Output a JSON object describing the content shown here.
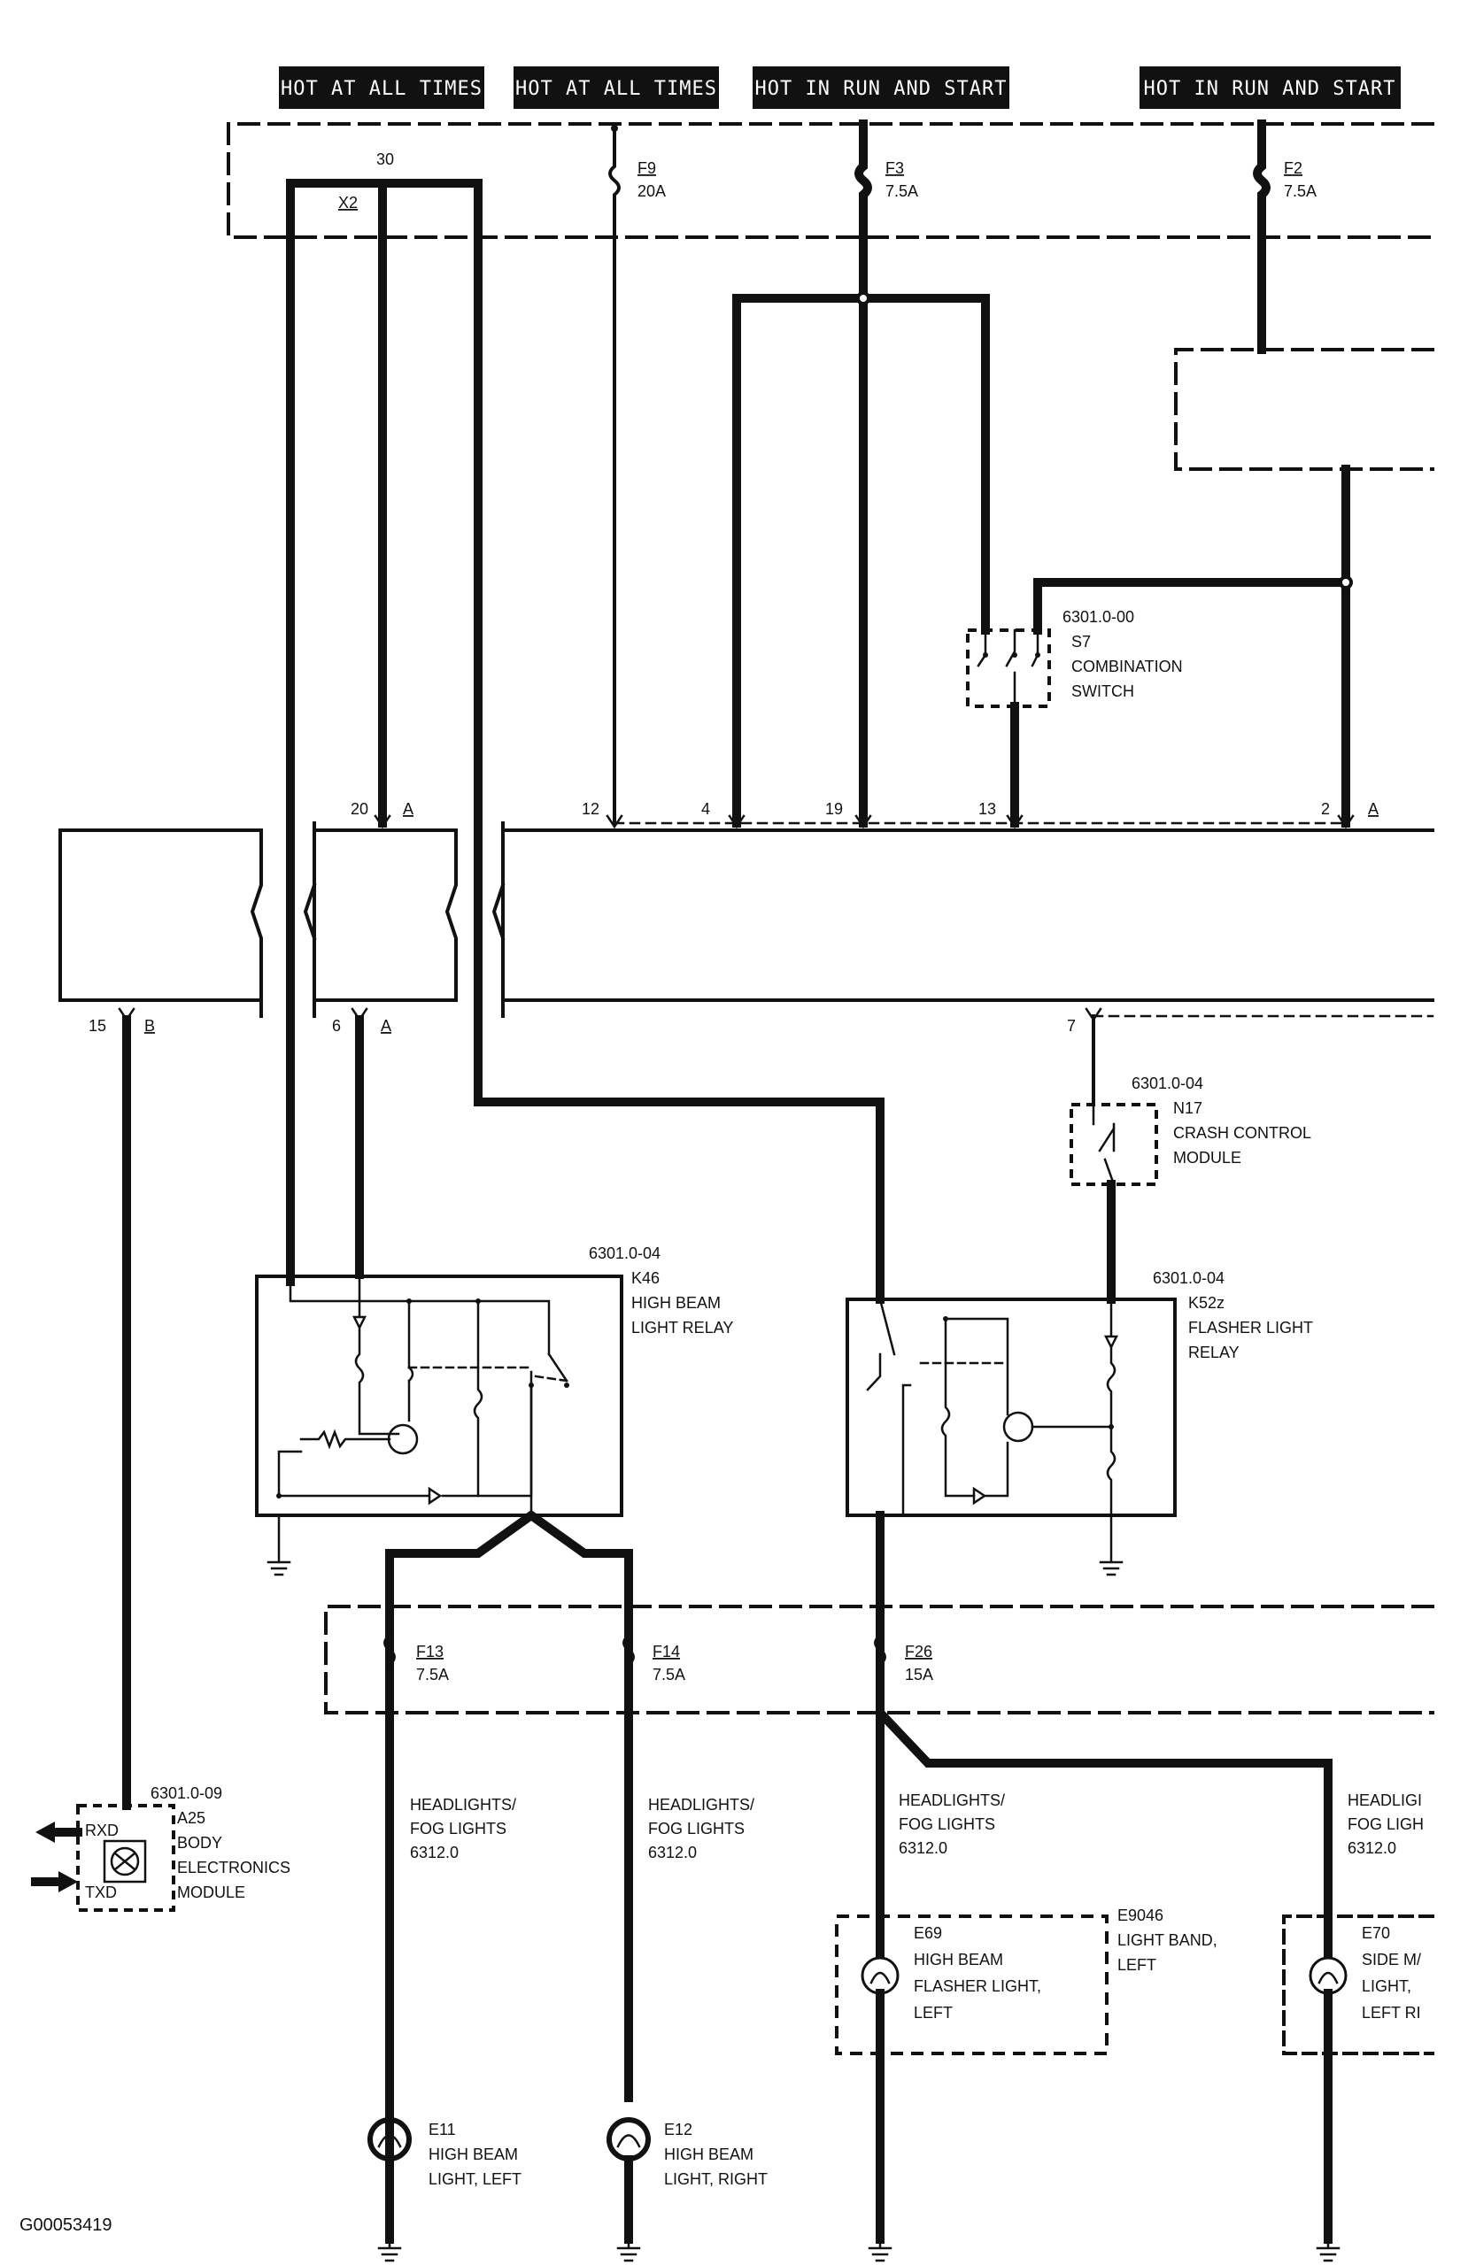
{
  "headers": [
    "HOT AT ALL TIMES",
    "HOT AT ALL TIMES",
    "HOT IN RUN AND START",
    "HOT IN RUN AND START"
  ],
  "fuses_top": [
    {
      "id": "F9",
      "rating": "20A"
    },
    {
      "id": "F3",
      "rating": "7.5A"
    },
    {
      "id": "F2",
      "rating": "7.5A"
    }
  ],
  "top_pin": "30",
  "top_connector": "X2",
  "pins_upper": [
    {
      "num": "20",
      "conn": "A"
    },
    {
      "num": "12",
      "conn": ""
    },
    {
      "num": "4",
      "conn": ""
    },
    {
      "num": "19",
      "conn": ""
    },
    {
      "num": "13",
      "conn": ""
    },
    {
      "num": "2",
      "conn": "A"
    }
  ],
  "pins_lower": [
    {
      "num": "15",
      "conn": "B"
    },
    {
      "num": "6",
      "conn": "A"
    },
    {
      "num": "7",
      "conn": ""
    }
  ],
  "s7": {
    "code": "6301.0-00",
    "id": "S7",
    "name1": "COMBINATION",
    "name2": "SWITCH"
  },
  "n17": {
    "code": "6301.0-04",
    "id": "N17",
    "name1": "CRASH CONTROL",
    "name2": "MODULE"
  },
  "k46": {
    "code": "6301.0-04",
    "id": "K46",
    "name1": "HIGH BEAM",
    "name2": "LIGHT RELAY"
  },
  "k52z": {
    "code": "6301.0-04",
    "id": "K52z",
    "name1": "FLASHER LIGHT",
    "name2": "RELAY"
  },
  "fuses_bottom": [
    {
      "id": "F13",
      "rating": "7.5A"
    },
    {
      "id": "F14",
      "rating": "7.5A"
    },
    {
      "id": "F26",
      "rating": "15A"
    }
  ],
  "refs": [
    {
      "l1": "HEADLIGHTS/",
      "l2": "FOG LIGHTS",
      "l3": "6312.0"
    },
    {
      "l1": "HEADLIGHTS/",
      "l2": "FOG LIGHTS",
      "l3": "6312.0"
    },
    {
      "l1": "HEADLIGHTS/",
      "l2": "FOG LIGHTS",
      "l3": "6312.0"
    },
    {
      "l1": "HEADLIGI",
      "l2": "FOG LIGH",
      "l3": "6312.0"
    }
  ],
  "a25": {
    "code": "6301.0-09",
    "id": "A25",
    "name1": "BODY",
    "name2": "ELECTRONICS",
    "name3": "MODULE",
    "rxd": "RXD",
    "txd": "TXD"
  },
  "lamps": [
    {
      "id": "E11",
      "l1": "HIGH BEAM",
      "l2": "LIGHT, LEFT",
      "l3": ""
    },
    {
      "id": "E12",
      "l1": "HIGH BEAM",
      "l2": "LIGHT, RIGHT",
      "l3": ""
    },
    {
      "id": "E69",
      "l1": "HIGH BEAM",
      "l2": "FLASHER LIGHT,",
      "l3": "LEFT"
    },
    {
      "id": "E70",
      "l1": "SIDE M/",
      "l2": "LIGHT,",
      "l3": "LEFT RI"
    }
  ],
  "e9046": {
    "id": "E9046",
    "l1": "LIGHT BAND,",
    "l2": "LEFT"
  },
  "figure_id": "G00053419"
}
